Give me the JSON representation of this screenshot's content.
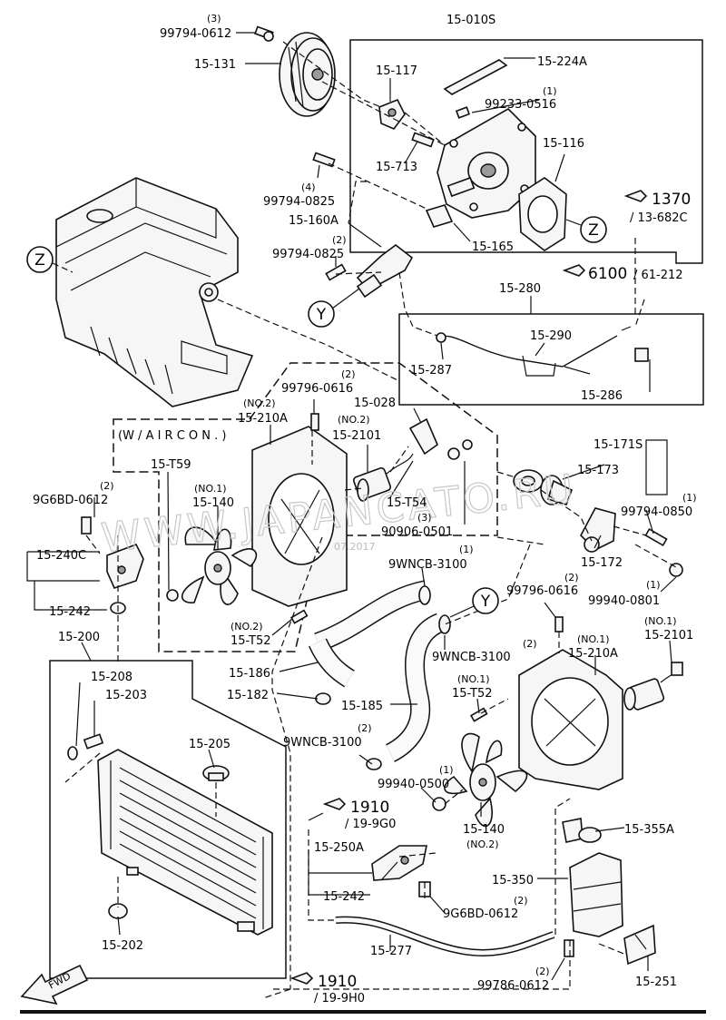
{
  "watermark": "WWW.JAPANCATO.RU",
  "watermark_date": "07.2017",
  "callout_letters": {
    "z": "Z",
    "y": "Y"
  },
  "air_con_note": "(W / A I R   C O N . )",
  "fwd_label": "FWD",
  "refs": {
    "r1370": "1370",
    "r1370_sub": "/ 13-682C",
    "r6100": "6100",
    "r6100_sub": "/ 61-212",
    "r1910a": "1910",
    "r1910a_sub": "/ 19-9G0",
    "r1910b": "1910",
    "r1910b_sub": "/ 19-9H0"
  },
  "parts": {
    "p99794_0612": "99794-0612",
    "q99794_0612": "(3)",
    "p15_131": "15-131",
    "p15_010s": "15-010S",
    "p15_117": "15-117",
    "p15_224a": "15-224A",
    "p99233_0516": "99233-0516",
    "q99233_0516": "(1)",
    "p15_713": "15-713",
    "p15_116": "15-116",
    "p99794_0825a": "99794-0825",
    "q99794_0825a": "(4)",
    "p15_160a": "15-160A",
    "p99794_0825b": "99794-0825",
    "q99794_0825b": "(2)",
    "p15_165": "15-165",
    "p15_280": "15-280",
    "p15_290": "15-290",
    "p15_287": "15-287",
    "p15_286": "15-286",
    "p99796_0616a": "99796-0616",
    "q99796_0616a": "(2)",
    "p15_028": "15-028",
    "n2_210a": "(NO.2)",
    "p15_210a_top": "15-210A",
    "n2_2101": "(NO.2)",
    "p15_2101_top": "15-2101",
    "p15_t59": "15-T59",
    "p15_t54": "15-T54",
    "p90906_0501": "90906-0501",
    "q90906_0501": "(3)",
    "n1_140": "(NO.1)",
    "p15_140_top": "15-140",
    "n2_t52": "(NO.2)",
    "p15_t52_top": "15-T52",
    "p15_171s": "15-171S",
    "p15_173": "15-173",
    "p99794_0850": "99794-0850",
    "q99794_0850": "(1)",
    "p15_172": "15-172",
    "p99940_0801": "99940-0801",
    "q99940_0801": "(1)",
    "p9g6bd_0612a": "9G6BD-0612",
    "q9g6bd_0612a": "(2)",
    "p15_240c": "15-240C",
    "p15_242a": "15-242",
    "p15_200": "15-200",
    "p9wncb_3100a": "9WNCB-3100",
    "q9wncb_3100a": "(1)",
    "p99796_0616b": "99796-0616",
    "q99796_0616b": "(2)",
    "p9wncb_3100b": "9WNCB-3100",
    "q9wncb_3100b": "(2)",
    "n1_210a": "(NO.1)",
    "p15_210a_bot": "15-210A",
    "n1_2101": "(NO.1)",
    "p15_2101_bot": "15-2101",
    "p15_186": "15-186",
    "p15_208": "15-208",
    "p15_203": "15-203",
    "p15_182": "15-182",
    "p15_185": "15-185",
    "n1_t52": "(NO.1)",
    "p15_t52_bot": "15-T52",
    "p15_205": "15-205",
    "p9wncb_3100c": "9WNCB-3100",
    "q9wncb_3100c": "(2)",
    "p99940_0500": "99940-0500",
    "q99940_0500": "(1)",
    "p15_140_bot": "15-140",
    "n2_140": "(NO.2)",
    "p15_355a": "15-355A",
    "p15_350": "15-350",
    "p15_250a": "15-250A",
    "p15_242b": "15-242",
    "p9g6bd_0612b": "9G6BD-0612",
    "q9g6bd_0612b": "(2)",
    "p15_202": "15-202",
    "p15_277": "15-277",
    "p99786_0612": "99786-0612",
    "q99786_0612": "(2)",
    "p15_251": "15-251"
  }
}
